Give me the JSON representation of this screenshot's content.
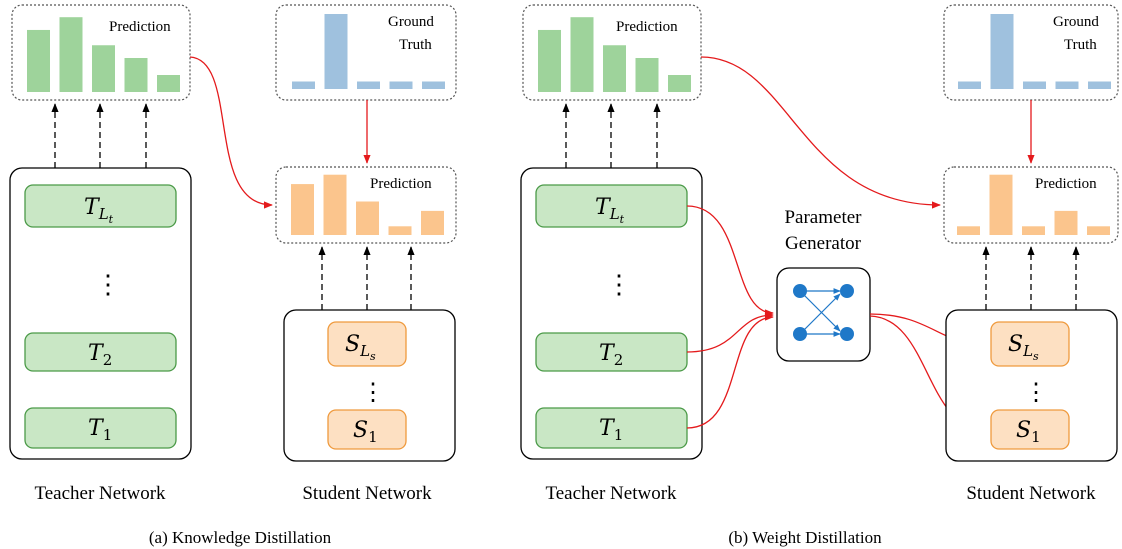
{
  "colors": {
    "green_fill": "#9ed39b",
    "green_box": "#c9e7c5",
    "green_stroke": "#4b9a48",
    "blue_fill": "#9fc1de",
    "orange_fill": "#fbc58d",
    "orange_box": "#fde0c2",
    "orange_stroke": "#ef9a3d",
    "node_blue": "#1f78c8",
    "arrow_red": "#e41a1c"
  },
  "labels": {
    "prediction": "Prediction",
    "ground_truth_line1": "Ground",
    "ground_truth_line2": "Truth",
    "teacher_network": "Teacher Network",
    "student_network": "Student Network",
    "parameter_generator_line1": "Parameter",
    "parameter_generator_line2": "Generator",
    "caption_a": "(a)  Knowledge Distillation",
    "caption_b": "(b)  Weight Distillation",
    "vdots": "⋮"
  },
  "teacher_layers": {
    "top": {
      "base": "T",
      "sub": "L",
      "subsub": "t"
    },
    "mid": {
      "base": "T",
      "sub": "2"
    },
    "bottom": {
      "base": "T",
      "sub": "1"
    }
  },
  "student_layers": {
    "top": {
      "base": "S",
      "sub": "L",
      "subsub": "s"
    },
    "bottom": {
      "base": "S",
      "sub": "1"
    }
  },
  "bars": {
    "teacher_prediction": [
      0.73,
      0.88,
      0.55,
      0.4,
      0.2
    ],
    "ground_truth": [
      0.1,
      1.0,
      0.1,
      0.1,
      0.1
    ],
    "student_prediction_a": [
      0.76,
      0.9,
      0.5,
      0.13,
      0.36
    ],
    "student_prediction_b": [
      0.13,
      0.9,
      0.13,
      0.36,
      0.13
    ]
  }
}
